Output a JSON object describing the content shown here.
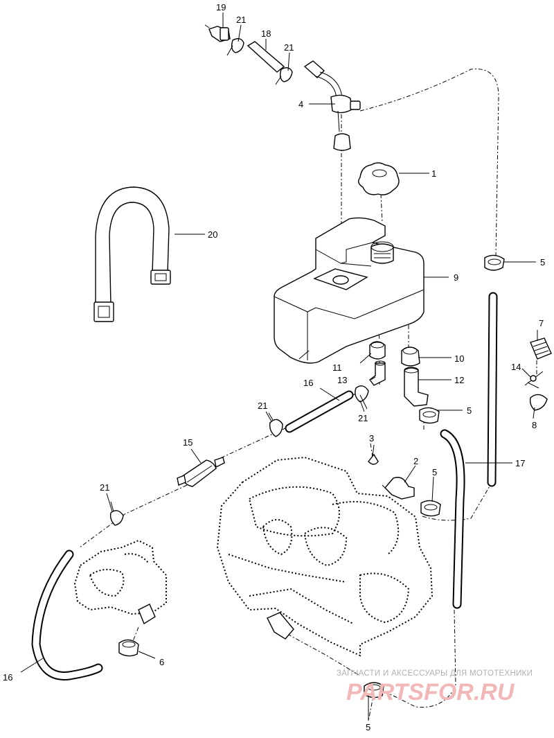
{
  "callouts": {
    "c1": "1",
    "c2": "2",
    "c3": "3",
    "c4": "4",
    "c5a": "5",
    "c5b": "5",
    "c5c": "5",
    "c5d": "5",
    "c6": "6",
    "c7": "7",
    "c8": "8",
    "c9": "9",
    "c10": "10",
    "c11": "11",
    "c12": "12",
    "c13": "13",
    "c14": "14",
    "c15": "15",
    "c16a": "16",
    "c16b": "16",
    "c17": "17",
    "c18": "18",
    "c19": "19",
    "c20": "20",
    "c21a": "21",
    "c21b": "21",
    "c21c": "21",
    "c21d": "21",
    "c21e": "21"
  },
  "watermark": {
    "top_line": "ЗАПЧАСТИ И АКСЕССУАРЫ ДЛЯ МОТОТЕХНИКИ",
    "brand": "PARTSFOR.RU"
  }
}
